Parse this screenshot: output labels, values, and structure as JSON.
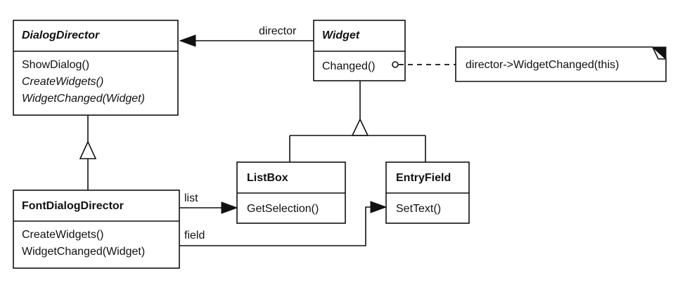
{
  "classes": {
    "dialog_director": {
      "name": "DialogDirector",
      "ops": [
        "ShowDialog()",
        "CreateWidgets()",
        "WidgetChanged(Widget)"
      ]
    },
    "widget": {
      "name": "Widget",
      "ops": [
        "Changed()"
      ]
    },
    "font_dialog_director": {
      "name": "FontDialogDirector",
      "ops": [
        "CreateWidgets()",
        "WidgetChanged(Widget)"
      ]
    },
    "list_box": {
      "name": "ListBox",
      "ops": [
        "GetSelection()"
      ]
    },
    "entry_field": {
      "name": "EntryField",
      "ops": [
        "SetText()"
      ]
    }
  },
  "associations": {
    "director": "director",
    "list": "list",
    "field": "field"
  },
  "note": {
    "text": "director->WidgetChanged(this)"
  }
}
